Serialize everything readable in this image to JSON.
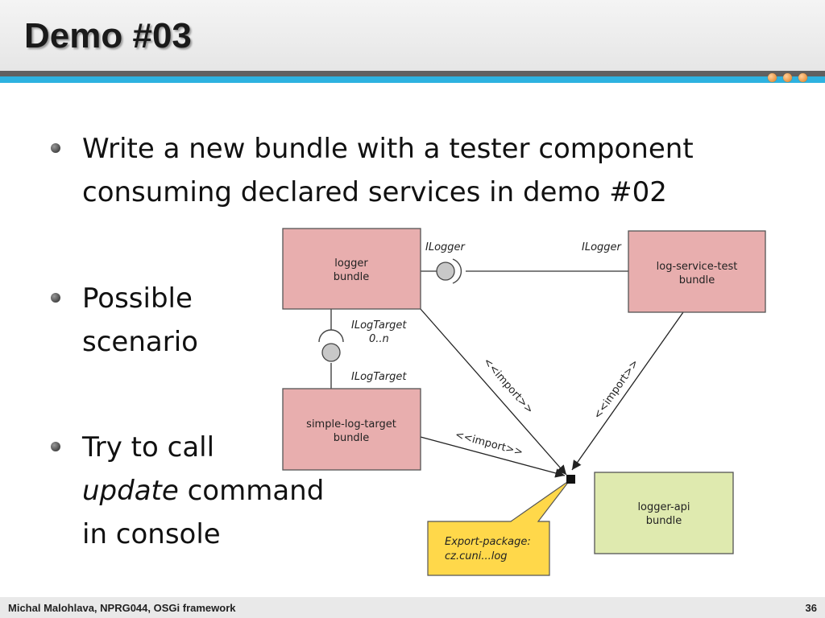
{
  "slide": {
    "title": "Demo #03",
    "bullets": [
      {
        "lines": [
          "Write a new bundle with a tester component",
          "consuming declared services in demo #02"
        ]
      },
      {
        "lines": [
          "Possible",
          "scenario"
        ]
      },
      {
        "lines_rich": [
          [
            {
              "t": "Try to call",
              "i": false
            }
          ],
          [
            {
              "t": "update",
              "i": true
            },
            {
              "t": " command",
              "i": false
            }
          ],
          [
            {
              "t": "in console",
              "i": false
            }
          ]
        ]
      }
    ],
    "footer": "Michal Malohlava, NPRG044, OSGi framework",
    "page_number": "36"
  },
  "diagram": {
    "boxes": {
      "logger": [
        "logger",
        "bundle"
      ],
      "log_service_test": [
        "log-service-test",
        "bundle"
      ],
      "simple_log_target": [
        "simple-log-target",
        "bundle"
      ],
      "logger_api": [
        "logger-api",
        "bundle"
      ]
    },
    "interfaces": {
      "ilogger_left": "ILogger",
      "ilogger_right": "ILogger",
      "ilogtarget_top": "ILogTarget",
      "multiplicity": "0..n",
      "ilogtarget_bottom": "ILogTarget"
    },
    "imports": {
      "logger_to_api": "<<import>>",
      "test_to_api": "<<import>>",
      "target_to_api": "<<import>>"
    },
    "callout": [
      "Export-package:",
      "cz.cuni...log"
    ],
    "colors": {
      "bundle_pink": "#e8aeae",
      "bundle_green": "#dfeaaf",
      "callout_yellow": "#ffd84a",
      "accent_blue": "#2db2e0"
    }
  }
}
